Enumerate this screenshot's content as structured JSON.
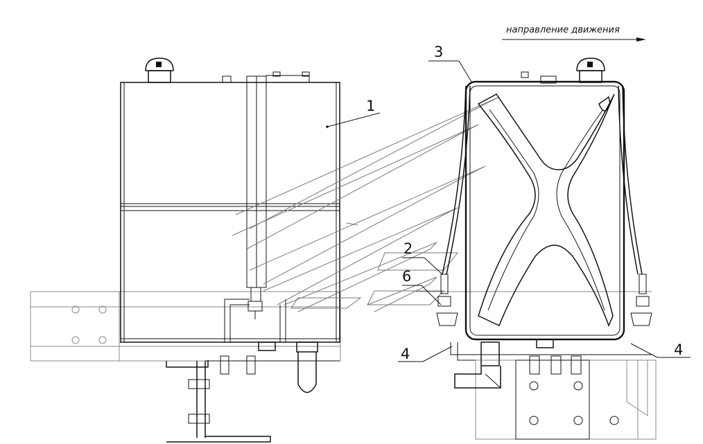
{
  "direction_label": "направление движения",
  "callouts": {
    "tank": "1",
    "strap_bolt": "2",
    "strap": "3",
    "bracket_left": "4",
    "bracket_right": "4",
    "nut": "6"
  },
  "views": [
    "side-view",
    "front-view"
  ]
}
